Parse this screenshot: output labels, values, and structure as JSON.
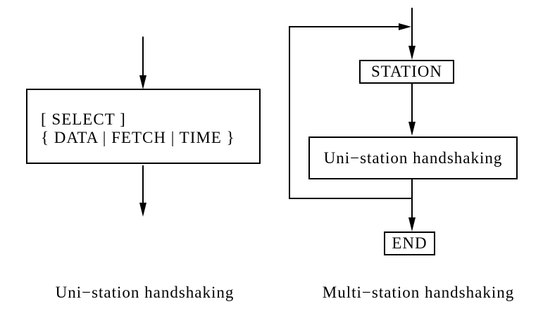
{
  "page": {
    "background_color": "#ffffff",
    "line_color": "#000000"
  },
  "uni_station_diagram": {
    "command_box": {
      "line1": "[ SELECT ]",
      "line2": "{ DATA | FETCH | TIME }"
    },
    "caption": "Uni−station handshaking"
  },
  "multi_station_diagram": {
    "station_box_label": "STATION",
    "process_box_label": "Uni−station handshaking",
    "end_box_label": "END",
    "caption": "Multi−station handshaking"
  }
}
